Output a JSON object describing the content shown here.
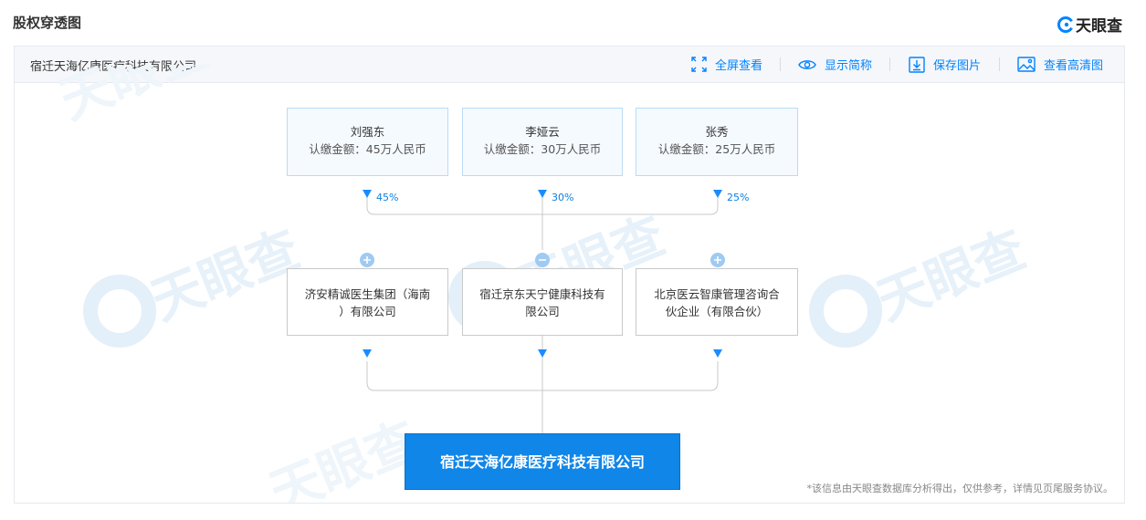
{
  "page_title": "股权穿透图",
  "brand": {
    "name": "天眼查",
    "logo_icon": "tianyancha-logo-icon",
    "color": "#0084ff"
  },
  "toolbar": {
    "company_name": "宿迁天海亿康医疗科技有限公司",
    "fullscreen_label": "全屏查看",
    "abbrev_label": "显示简称",
    "save_label": "保存图片",
    "hd_label": "查看高清图"
  },
  "shareholders": [
    {
      "name": "刘强东",
      "amount": "认缴金额：45万人民币",
      "pct": "45%"
    },
    {
      "name": "李娅云",
      "amount": "认缴金额：30万人民币",
      "pct": "30%"
    },
    {
      "name": "张秀",
      "amount": "认缴金额：25万人民币",
      "pct": "25%"
    }
  ],
  "entities": [
    {
      "name_line1": "济安精诚医生集团（海南",
      "name_line2": "）有限公司",
      "toggle": "+"
    },
    {
      "name_line1": "宿迁京东天宁健康科技有",
      "name_line2": "限公司",
      "toggle": "−"
    },
    {
      "name_line1": "北京医云智康管理咨询合",
      "name_line2": "伙企业（有限合伙）",
      "toggle": "+"
    }
  ],
  "target": {
    "name": "宿迁天海亿康医疗科技有限公司"
  },
  "disclaimer": "*该信息由天眼查数据库分析得出，仅供参考，详情见页尾服务协议。",
  "colors": {
    "accent": "#0084ff",
    "node_border": "#b9dcf6",
    "target_bg": "#1086e8",
    "line": "#c8c8c8"
  }
}
